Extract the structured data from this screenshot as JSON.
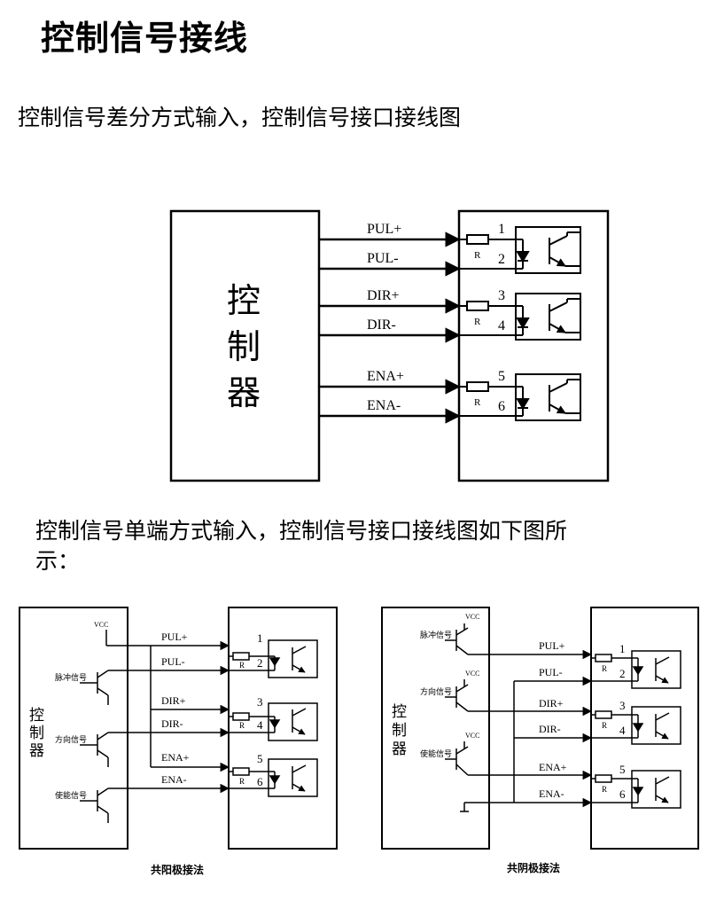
{
  "page_title": "控制信号接线",
  "section1_caption": "控制信号差分方式输入，控制信号接口接线图",
  "section2_caption_line1": "控制信号单端方式输入，控制信号接口接线图如下图所",
  "section2_caption_line2": "示：",
  "diagram1": {
    "controller_chars": [
      "控",
      "制",
      "器"
    ],
    "signals": [
      "PUL+",
      "PUL-",
      "DIR+",
      "DIR-",
      "ENA+",
      "ENA-"
    ],
    "pins": [
      "1",
      "2",
      "3",
      "4",
      "5",
      "6"
    ],
    "resistor_label": "R"
  },
  "diagram2": {
    "controller_chars": [
      "控",
      "制",
      "器"
    ],
    "vcc": "VCC",
    "inputs": [
      "脉冲信号",
      "方向信号",
      "使能信号"
    ],
    "signals": [
      "PUL+",
      "PUL-",
      "DIR+",
      "DIR-",
      "ENA+",
      "ENA-"
    ],
    "pins": [
      "1",
      "2",
      "3",
      "4",
      "5",
      "6"
    ],
    "resistor_label": "R",
    "caption": "共阳极接法"
  },
  "diagram3": {
    "controller_chars": [
      "控",
      "制",
      "器"
    ],
    "vcc": "VCC",
    "inputs": [
      "脉冲信号",
      "方向信号",
      "使能信号"
    ],
    "signals": [
      "PUL+",
      "PUL-",
      "DIR+",
      "DIR-",
      "ENA+",
      "ENA-"
    ],
    "pins": [
      "1",
      "2",
      "3",
      "4",
      "5",
      "6"
    ],
    "resistor_label": "R",
    "caption": "共阴极接法"
  }
}
